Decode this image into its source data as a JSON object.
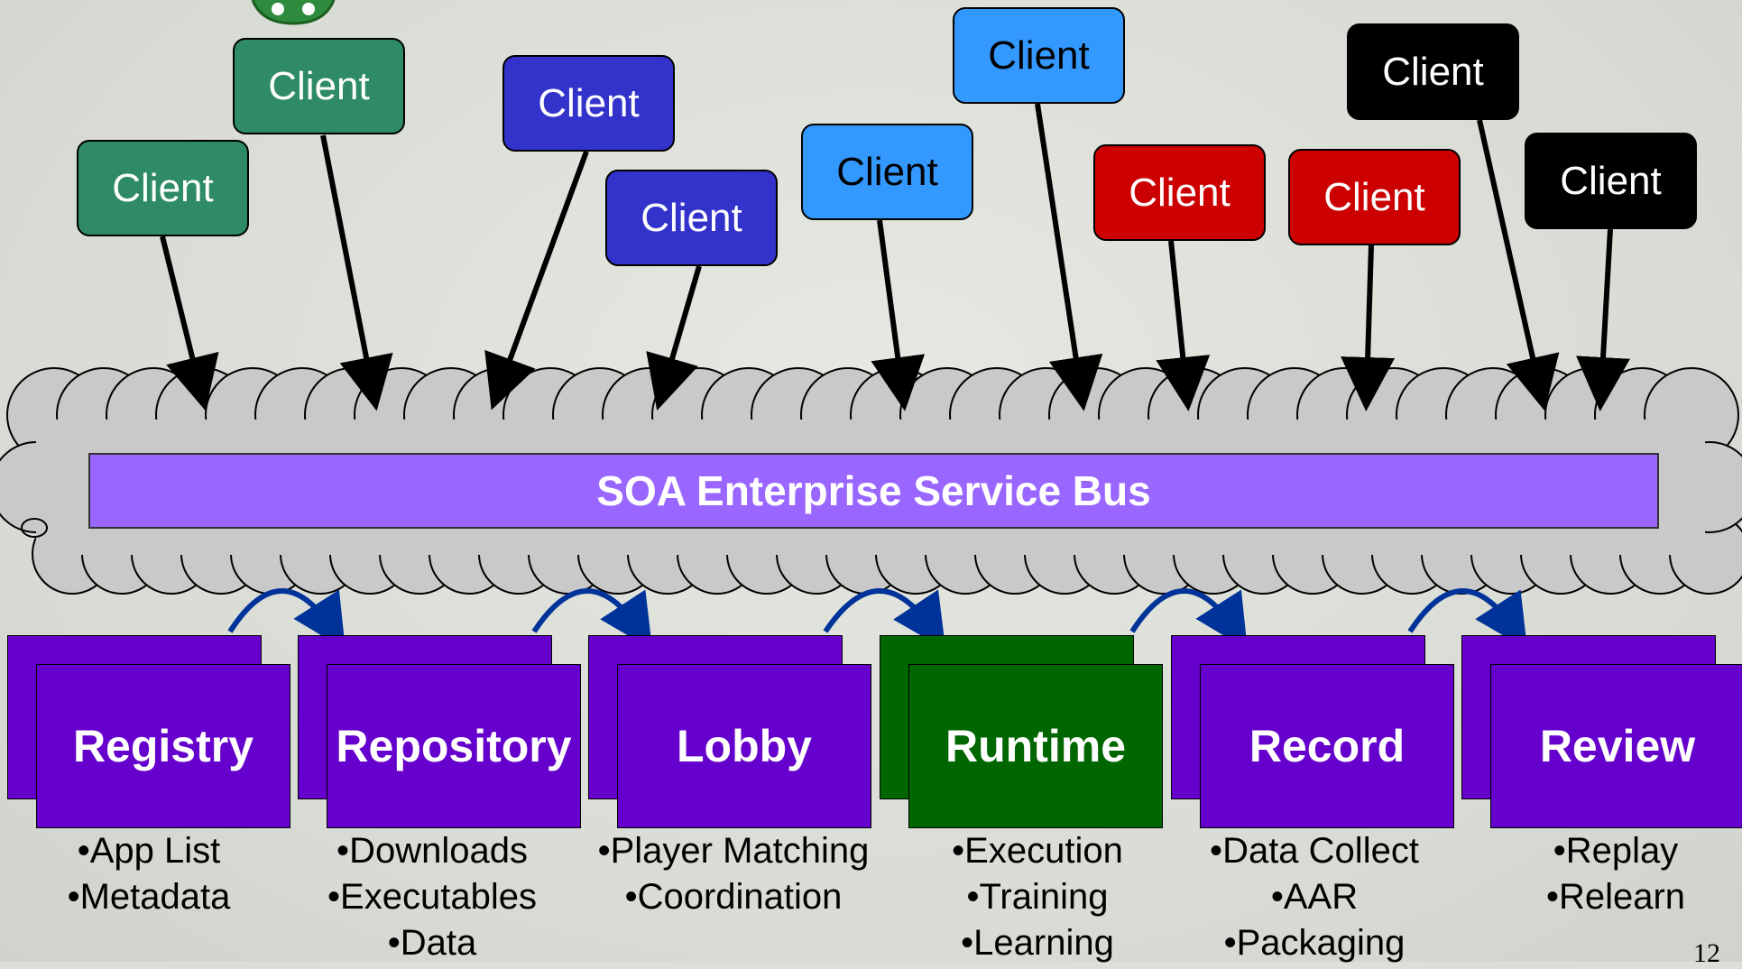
{
  "diagram": {
    "clients": [
      {
        "label": "Client",
        "color": "#2e8b66"
      },
      {
        "label": "Client",
        "color": "#2e8b66"
      },
      {
        "label": "Client",
        "color": "#3333cc"
      },
      {
        "label": "Client",
        "color": "#3333cc"
      },
      {
        "label": "Client",
        "color": "#3399ff"
      },
      {
        "label": "Client",
        "color": "#3399ff"
      },
      {
        "label": "Client",
        "color": "#cc0000"
      },
      {
        "label": "Client",
        "color": "#cc0000"
      },
      {
        "label": "Client",
        "color": "#000000"
      },
      {
        "label": "Client",
        "color": "#000000"
      }
    ],
    "bus": {
      "label": "SOA Enterprise Service Bus",
      "color": "#9966ff"
    },
    "services": [
      {
        "label": "Registry",
        "color": "#6600cc",
        "bullets": [
          "App List",
          "Metadata"
        ]
      },
      {
        "label": "Repository",
        "color": "#6600cc",
        "bullets": [
          "Downloads",
          "Executables",
          "Data"
        ]
      },
      {
        "label": "Lobby",
        "color": "#6600cc",
        "bullets": [
          "Player Matching",
          "Coordination"
        ]
      },
      {
        "label": "Runtime",
        "color": "#006600",
        "bullets": [
          "Execution",
          "Training",
          "Learning"
        ]
      },
      {
        "label": "Record",
        "color": "#6600cc",
        "bullets": [
          "Data Collect",
          "AAR",
          "Packaging"
        ]
      },
      {
        "label": "Review",
        "color": "#6600cc",
        "bullets": [
          "Replay",
          "Relearn"
        ]
      }
    ],
    "flow_arrow_color": "#003399",
    "logo_icon": "seal-emblem-icon"
  },
  "page_number": "12"
}
